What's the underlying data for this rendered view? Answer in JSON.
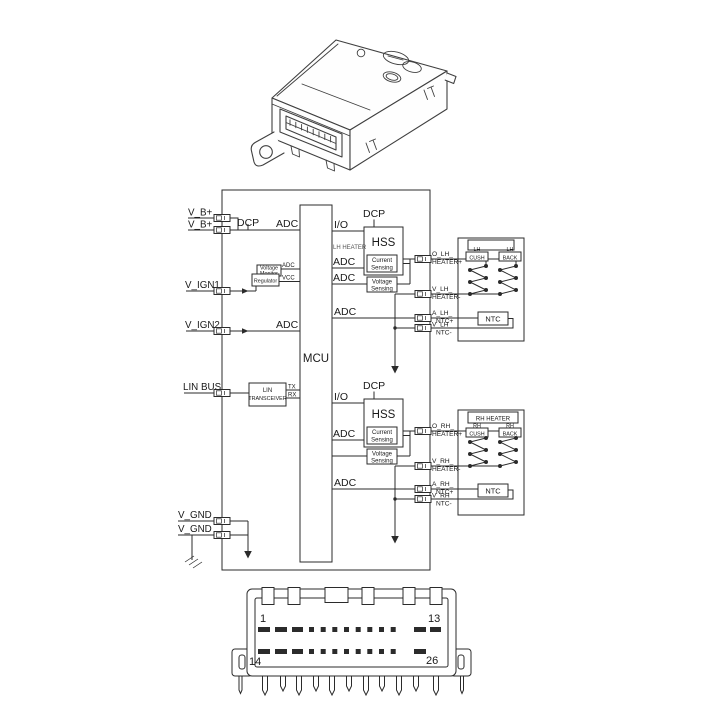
{
  "schematic": {
    "mcu": "MCU",
    "labels": {
      "adc": "ADC",
      "io": "I/O",
      "dcp": "DCP",
      "vcc": "VCC",
      "tx": "TX",
      "rx": "RX",
      "vb": "V_B+",
      "vign1": "V_IGN1",
      "vign2": "V_IGN2",
      "linbus": "LIN BUS",
      "vgnd": "V_GND",
      "hss": "HSS",
      "ntc": "NTC",
      "lh_heater_tag": "LH HEATER",
      "lin_transceiver": [
        "LIN",
        "TRANSCEIVER"
      ],
      "voltage_monitor": [
        "Voltage",
        "Monitor"
      ],
      "regulator": "Regulator",
      "current_sensing": [
        "Current",
        "Sensing"
      ],
      "voltage_sensing": [
        "Voltage",
        "Sensing"
      ]
    },
    "lh_pins": {
      "o": [
        "O_LH_",
        "HEATER+"
      ],
      "v": [
        "V_LH_",
        "HEATER-"
      ],
      "a": [
        "A_LH_",
        "NTC+"
      ],
      "n": [
        "V_LH_",
        "NTC-"
      ]
    },
    "rh_pins": {
      "o": [
        "O_RH_",
        "HEATER+"
      ],
      "v": [
        "V_RH_",
        "HEATER-"
      ],
      "a": [
        "A_RH_",
        "NTC+"
      ],
      "n": [
        "V_RH_",
        "NTC-"
      ]
    },
    "lh_assembly": {
      "cush_prefix": "LH",
      "cush": "CUSH",
      "back_prefix": "LH",
      "back": "BACK"
    },
    "rh_assembly": {
      "header": "RH HEATER",
      "cush_prefix": "RH",
      "cush": "CUSH",
      "back_prefix": "RH",
      "back": "BACK"
    }
  },
  "connector": {
    "top_left": "1",
    "top_right": "13",
    "bottom_left": "14",
    "bottom_right": "26"
  }
}
